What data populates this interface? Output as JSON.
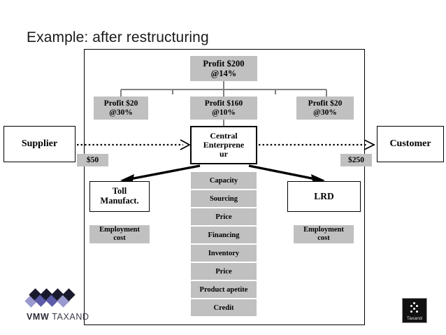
{
  "slide": {
    "title": "Example: after restructuring",
    "background_color": "#ffffff",
    "frame_border_color": "#000000"
  },
  "profit_boxes": {
    "top": {
      "line1": "Profit $200",
      "line2": "@14%"
    },
    "left": {
      "line1": "Profit $20",
      "line2": "@30%"
    },
    "center": {
      "line1": "Profit $160",
      "line2": "@10%"
    },
    "right": {
      "line1": "Profit $20",
      "line2": "@30%"
    }
  },
  "entities": {
    "supplier": "Supplier",
    "customer": "Customer",
    "central": {
      "line1": "Central",
      "line2": "Enterprene",
      "line3": "ur"
    },
    "toll": {
      "line1": "Toll",
      "line2": "Manufact."
    },
    "lrd": "LRD"
  },
  "money_flows": {
    "supplier_to_central": "$50",
    "central_to_customer": "$250"
  },
  "costs": {
    "toll_employment": {
      "line1": "Employment",
      "line2": "cost"
    },
    "lrd_employment": {
      "line1": "Employment",
      "line2": "cost"
    }
  },
  "attributes": [
    "Capacity",
    "Sourcing",
    "Price",
    "Financing",
    "Inventory",
    "Price",
    "Product apetite",
    "Credit"
  ],
  "branding": {
    "vmw_logo_bold": "VMW",
    "vmw_logo_light": " TAXAND",
    "taxand_badge_label": "Taxand"
  },
  "colors": {
    "gray_fill": "#c0c0c0",
    "connector_gray": "#808080",
    "black": "#000000",
    "logo_dark": "#1a1a2e",
    "logo_purple": "#5b5ba8",
    "logo_lavender": "#9a9ad0"
  }
}
